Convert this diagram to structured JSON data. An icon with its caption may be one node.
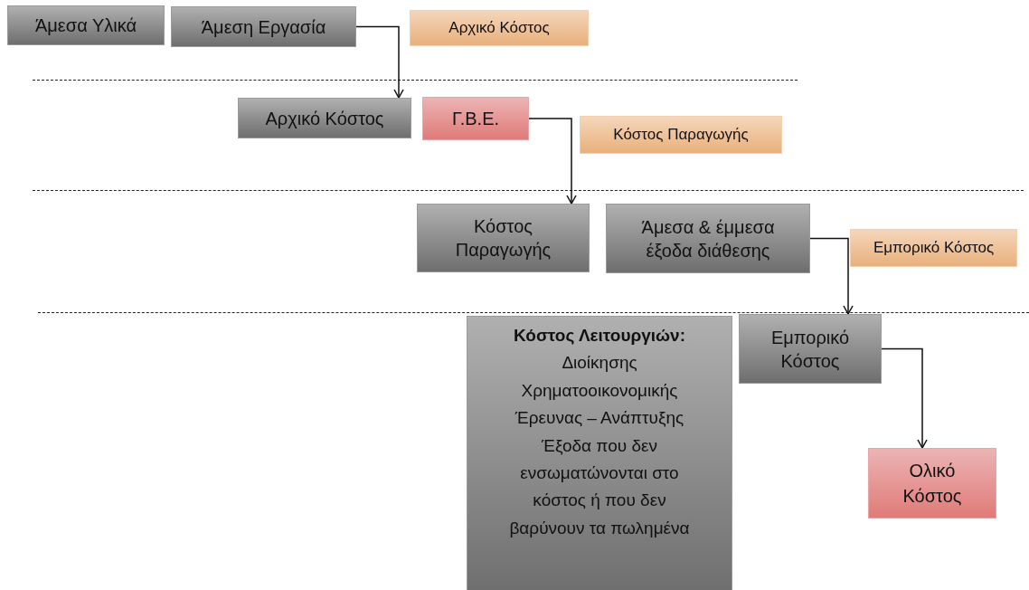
{
  "diagram": {
    "nodes": [
      {
        "text": [
          "Άμεσα Υλικά"
        ]
      },
      {
        "text": [
          "Άμεση Εργασία"
        ]
      },
      {
        "text": [
          "Αρχικό Κόστος"
        ]
      },
      {
        "text": [
          "Αρχικό Κόστος"
        ]
      },
      {
        "text": [
          "Γ.Β.Ε."
        ]
      },
      {
        "text": [
          "Κόστος Παραγωγής"
        ]
      },
      {
        "text": [
          "Κόστος Παραγωγής"
        ]
      },
      {
        "text": [
          "Άμεσα & έμμεσα έξοδα διάθεσης"
        ]
      },
      {
        "text": [
          "Εμπορικό Κόστος"
        ]
      },
      {
        "text": [
          "Κόστος Λειτουργιών:",
          "Διοίκησης",
          "Χρηματοοικονομικής",
          "Έρευνας – Ανάπτυξης",
          "Έξοδα που δεν ενσωματώνονται στο κόστος ή που δεν βαρύνουν τα πωλημένα"
        ]
      },
      {
        "text": [
          "Εμπορικό Κόστος"
        ]
      },
      {
        "text": [
          "Ολικό Κόστος"
        ]
      }
    ],
    "edges": [
      {
        "from": 1,
        "to": 3,
        "arrow": "to"
      },
      {
        "from": 4,
        "to": 6,
        "arrow": "to"
      },
      {
        "from": 7,
        "to": 10,
        "arrow": "to"
      },
      {
        "from": 10,
        "to": 11,
        "arrow": "to"
      }
    ]
  }
}
